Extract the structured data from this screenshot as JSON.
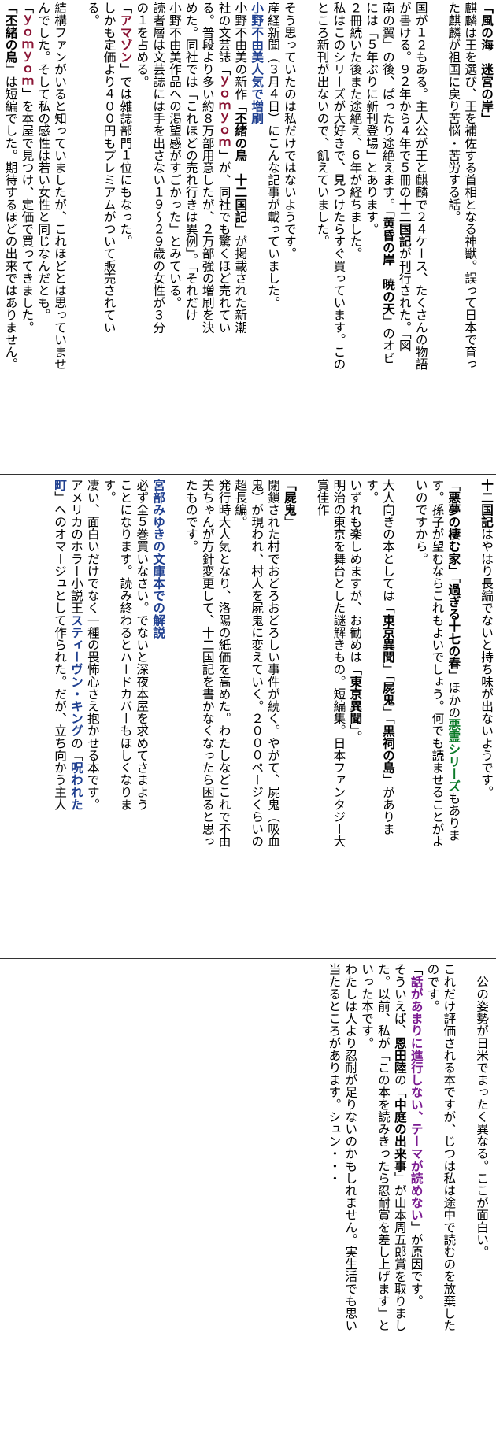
{
  "band1": {
    "lines": [
      [
        {
          "t": "「風の海　迷宮の岸」",
          "c": "b"
        }
      ],
      [
        {
          "t": "麒麟は王を選び、王を補佐する首相となる神獣。誤って日本で育っ"
        }
      ],
      [
        {
          "t": "た麒麟が祖国に戻り苦悩・苦労する話。"
        }
      ],
      [
        {
          "t": ""
        }
      ],
      [
        {
          "t": "国が１２もある。主人公が王と麒麟で２４ケース、たくさんの物語"
        }
      ],
      [
        {
          "t": "が書ける。９２年から４年で５冊の"
        },
        {
          "t": "十二国記",
          "c": "b"
        },
        {
          "t": "が刊行された。「図"
        }
      ],
      [
        {
          "t": "南の翼」の後、ぱったり途絶えます。「"
        },
        {
          "t": "黄昏の岸　暁の天",
          "c": "b"
        },
        {
          "t": "」のオビ"
        }
      ],
      [
        {
          "t": "には「５年ぶりに新刊登場」とあります。"
        }
      ],
      [
        {
          "t": "２冊続いた後また途絶え、６年が経ちました。"
        }
      ],
      [
        {
          "t": "私はこのシリーズが大好きで、見つけたらすぐ買っています。この"
        }
      ],
      [
        {
          "t": "ところ新刊が出ないので、飢えていました。"
        }
      ],
      [
        {
          "t": ""
        }
      ],
      [
        {
          "t": "そう思っていたのは私だけではないようです。"
        }
      ],
      [
        {
          "t": "産経新聞（３月４日）にこんな記事が載っていました。"
        }
      ],
      [
        {
          "t": "小野不由美人気で増刷",
          "c": "navy"
        }
      ],
      [
        {
          "t": "小野不由美の新作「"
        },
        {
          "t": "丕緒の鳥　十二国記",
          "c": "b"
        },
        {
          "t": "」が掲載された新潮"
        }
      ],
      [
        {
          "t": "社の文芸誌「"
        },
        {
          "t": "ｙｏｍｙｏｍ",
          "c": "maroon"
        },
        {
          "t": "」が、同社でも驚くほど売れてい"
        }
      ],
      [
        {
          "t": "る。普段より多い約８万部用意したが、２万部強の増刷を決"
        }
      ],
      [
        {
          "t": "めた。同社では「これほどの売れ行きは異例」。「それだけ"
        }
      ],
      [
        {
          "t": "小野不由美作品への渇望感がすごかった」とみている。"
        }
      ],
      [
        {
          "t": "読者層は文芸誌には手を出さない１９～２９歳の女性が３分"
        }
      ],
      [
        {
          "t": "の１を占める。"
        }
      ],
      [
        {
          "t": "「"
        },
        {
          "t": "アマゾン",
          "c": "maroon"
        },
        {
          "t": "」では雑誌部門１位にもなった。"
        }
      ],
      [
        {
          "t": "しかも定価より４００円もプレミアムがついて販売されてい"
        }
      ],
      [
        {
          "t": "る。"
        }
      ],
      [
        {
          "t": ""
        }
      ],
      [
        {
          "t": "結構ファンがいると知っていましたが、これほどとは思っていませ"
        }
      ],
      [
        {
          "t": "んでした。そして私の感性は若い女性と同じなんだとも。"
        }
      ],
      [
        {
          "t": "「"
        },
        {
          "t": "ｙｏｍｙｏｍ",
          "c": "maroon"
        },
        {
          "t": "」を本屋で見つけ、定価で買ってきました。"
        }
      ],
      [
        {
          "t": "「丕緒の鳥",
          "c": "b"
        },
        {
          "t": "」は短編でした。期待するほどの出来ではありません。"
        }
      ]
    ]
  },
  "band2": {
    "lines": [
      [
        {
          "t": "十二国記",
          "c": "b"
        },
        {
          "t": "はやはり長編でないと持ち味が出ないようです。"
        }
      ],
      [
        {
          "t": ""
        }
      ],
      [
        {
          "t": "「"
        },
        {
          "t": "悪夢の棲む家",
          "c": "b"
        },
        {
          "t": "」「"
        },
        {
          "t": "過ぎる十七の春",
          "c": "b"
        },
        {
          "t": "」ほかの"
        },
        {
          "t": "悪霊シリーズ",
          "c": "green"
        },
        {
          "t": "もありま"
        }
      ],
      [
        {
          "t": "す。孫子が望むならこれもよいでしょう。何でも読ませることがよ"
        }
      ],
      [
        {
          "t": "いのですから。"
        }
      ],
      [
        {
          "t": ""
        }
      ],
      [
        {
          "t": "大人向きの本としては「"
        },
        {
          "t": "東京異聞",
          "c": "b"
        },
        {
          "t": "」「"
        },
        {
          "t": "屍鬼",
          "c": "b"
        },
        {
          "t": "」「"
        },
        {
          "t": "黒祠の島",
          "c": "b"
        },
        {
          "t": "」がありま"
        }
      ],
      [
        {
          "t": "す。"
        }
      ],
      [
        {
          "t": "いずれも楽しめますが、お勧めは「"
        },
        {
          "t": "東京異聞",
          "c": "b"
        },
        {
          "t": "」。"
        }
      ],
      [
        {
          "t": "明治の東京を舞台とした謎解きもの。短編集。日本ファンタジー大"
        }
      ],
      [
        {
          "t": "賞佳作"
        }
      ],
      [
        {
          "t": ""
        }
      ],
      [
        {
          "t": "「屍鬼",
          "c": "b"
        },
        {
          "t": "」"
        }
      ],
      [
        {
          "t": "閉鎖された村でおどろおどろしい事件が続く。やがて、屍鬼（吸血"
        }
      ],
      [
        {
          "t": "鬼）が現われ、村人を屍鬼に変えていく。２０００ページくらいの"
        }
      ],
      [
        {
          "t": "超長編。"
        }
      ],
      [
        {
          "t": "発行時大人気となり、洛陽の紙価を高めた。わたしなどこれで不由"
        }
      ],
      [
        {
          "t": "美ちゃんが方針変更して、十二国記を書かなくなったら困ると思っ"
        }
      ],
      [
        {
          "t": "たものです。"
        }
      ],
      [
        {
          "t": ""
        }
      ],
      [
        {
          "t": "宮部みゆきの文庫本での解説",
          "c": "navy"
        }
      ],
      [
        {
          "t": "必ず全５巻買いなさい。でないと深夜本屋を求めてさまよう"
        }
      ],
      [
        {
          "t": "ことになります。読み終わるとハードカバーもほしくなりま"
        }
      ],
      [
        {
          "t": "す。"
        }
      ],
      [
        {
          "t": "凄い、面白いだけでなく一種の畏怖心さえ抱かせる本です。"
        }
      ],
      [
        {
          "t": "アメリカのホラー小説王"
        },
        {
          "t": "スティーヴン・キング",
          "c": "navy"
        },
        {
          "t": "の「"
        },
        {
          "t": "呪われた",
          "c": "navy"
        }
      ],
      [
        {
          "t": "町",
          "c": "navy"
        },
        {
          "t": "」へのオマージュとして作られた。だが、立ち向かう主人"
        }
      ]
    ]
  },
  "band3": {
    "lines": [
      [
        {
          "t": "　公の姿勢が日米でまったく異なる。ここが面白い。"
        }
      ],
      [
        {
          "t": ""
        }
      ],
      [
        {
          "t": "これだけ評価される本ですが、じつは私は途中で読むのを放棄した"
        }
      ],
      [
        {
          "t": "のです。"
        }
      ],
      [
        {
          "t": "「"
        },
        {
          "t": "話があまりに進行しない、テーマが読めない",
          "c": "purple"
        },
        {
          "t": "」が原因です。"
        }
      ],
      [
        {
          "t": "そういえば、"
        },
        {
          "t": "恩田陸",
          "c": "b"
        },
        {
          "t": "の「"
        },
        {
          "t": "中庭の出来事",
          "c": "b"
        },
        {
          "t": "」が山本周五郎賞を取りまし"
        }
      ],
      [
        {
          "t": "た。以前、私が「この本を読みきったら忍耐賞を差し上げます」と"
        }
      ],
      [
        {
          "t": "いった本です。"
        }
      ],
      [
        {
          "t": "わたしは人より忍耐が足りないのかもしれません。実生活でも思い"
        }
      ],
      [
        {
          "t": "当たるところがあります。シュン・・・"
        }
      ]
    ]
  }
}
